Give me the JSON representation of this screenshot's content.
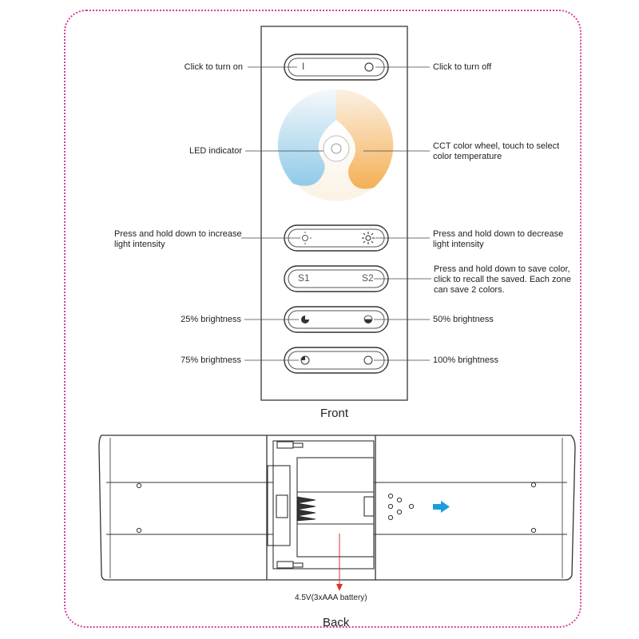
{
  "labels": {
    "turn_on": "Click to turn on",
    "turn_off": "Click to turn off",
    "led": "LED indicator",
    "cct": "CCT color wheel, touch to select color temperature",
    "increase": "Press and hold down to increase light intensity",
    "decrease": "Press and hold down to decrease light intensity",
    "save": "Press and hold down to save color, click to recall the saved. Each zone can save 2 colors.",
    "b25": "25% brightness",
    "b50": "50% brightness",
    "b75": "75% brightness",
    "b100": "100% brightness",
    "battery": "4.5V(3xAAA  battery)"
  },
  "buttons": {
    "on": "I",
    "off": "O",
    "s1": "S1",
    "s2": "S2"
  },
  "captions": {
    "front": "Front",
    "back": "Back"
  },
  "colors": {
    "frame": "#d6409a",
    "warm": "#f3a94a",
    "cool": "#8cc8e8",
    "arrow_red": "#e03030",
    "arrow_blue": "#1e9be0"
  }
}
